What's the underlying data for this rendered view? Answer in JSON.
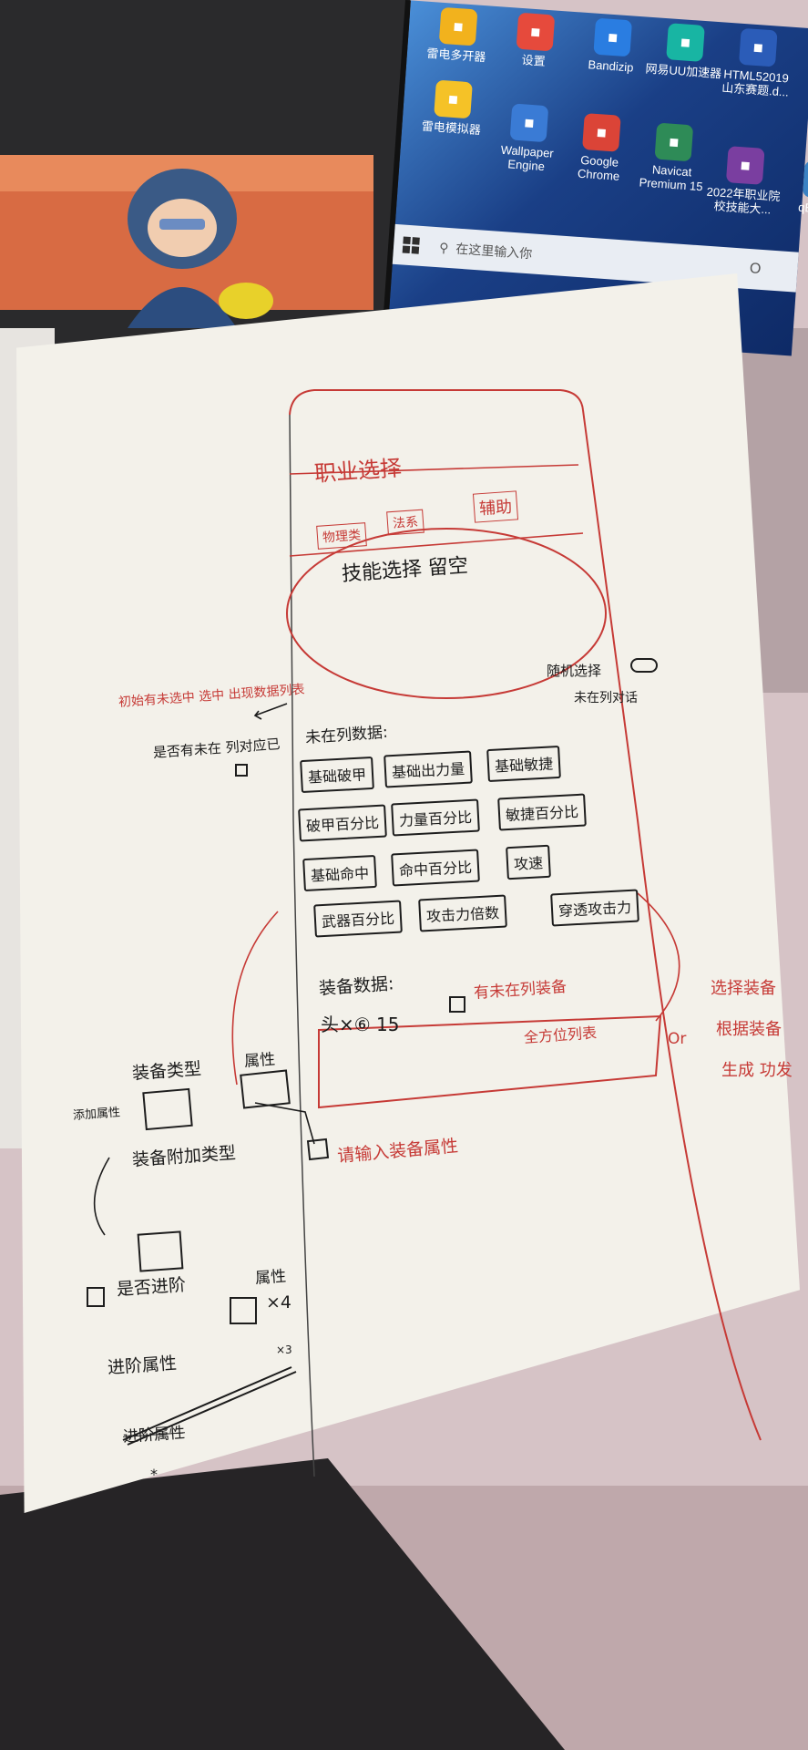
{
  "monitor": {
    "icons": [
      {
        "label": "雷电多开器",
        "icon": "leidian-multi-icon",
        "color": "#f2b21d"
      },
      {
        "label": "设置",
        "icon": "settings-icon",
        "color": "#e64a3c"
      },
      {
        "label": "Bandizip",
        "icon": "bandizip-icon",
        "color": "#2a7de1"
      },
      {
        "label": "网易UU加速器",
        "icon": "uu-accelerator-icon",
        "color": "#18b5a3"
      },
      {
        "label": "HTML52019 山东赛题.d...",
        "icon": "word-doc-icon",
        "color": "#2b5cb8"
      },
      {
        "label": "雷电模拟器",
        "icon": "leidian-emulator-icon",
        "color": "#f5c227"
      },
      {
        "label": "Wallpaper Engine",
        "icon": "wallpaper-engine-icon",
        "color": "#3a7bd5"
      },
      {
        "label": "Google Chrome",
        "icon": "chrome-icon",
        "color": "#db4437"
      },
      {
        "label": "Navicat Premium 15",
        "icon": "navicat-icon",
        "color": "#2e8b57"
      },
      {
        "label": "2022年职业院校技能大...",
        "icon": "rar-icon",
        "color": "#7a3ea0"
      },
      {
        "label": "qBittor...",
        "icon": "qbittorrent-icon",
        "color": "#3b82c4"
      }
    ],
    "taskbar_search": "在这里输入你",
    "taskbar_extra": "O"
  },
  "sketch": {
    "title": "职业选择",
    "job_tabs": [
      "物理类",
      "法系",
      "辅助"
    ],
    "skill_area": "技能选择 留空",
    "random_label": "随机选择",
    "random_note": "未在列对话",
    "left_note_red": "初始有未选中 选中 出现数据列表",
    "left_note_black": "是否有未在 列对应已",
    "attr_heading": "未在列数据:",
    "attr_chips": [
      "基础破甲",
      "基础出力量",
      "基础敏捷",
      "破甲百分比",
      "力量百分比",
      "敏捷百分比",
      "基础命中",
      "命中百分比",
      "攻速",
      "武器百分比",
      "攻击力倍数",
      "穿透攻击力"
    ],
    "equip_heading": "装备数据:",
    "equip_count": "头×⑥ 15",
    "equip_checkbox_label": "有未在列装备",
    "equip_full": "全方位列表",
    "equip_input_hint": "请输入装备属性",
    "right_or": "Or",
    "right_note": [
      "选择装备",
      "根据装备",
      "生成 功发"
    ],
    "left_block": {
      "equip_type_label": "装备类型",
      "attr_label": "属性",
      "add_attr_label": "添加属性",
      "attach_type_label": "装备附加类型",
      "upgrade_checkbox": "是否进阶",
      "upgrade_attr": "属性",
      "times": "×4",
      "upgrade_attr2": "进阶属性",
      "x3": "×3",
      "strike": "进阶属性",
      "star": "*"
    }
  }
}
